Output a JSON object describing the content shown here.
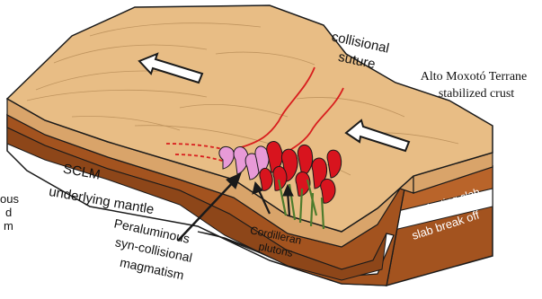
{
  "colors": {
    "crust_top": "#e8bd85",
    "crust_side": "#d9a46a",
    "mantle_white": "#ffffff",
    "slab_brown": "#a3531f",
    "slab_dark": "#7a3a14",
    "suture_red": "#d81e1e",
    "peraluminous_pink": "#e79ad7",
    "cordilleran_red": "#d8141e",
    "plant_green": "#4e7c2d",
    "outline": "#1a1a1a"
  },
  "labels": {
    "collisional_suture_line1": "collisional",
    "collisional_suture_line2": "suture",
    "terrane_line1": "Alto Moxotó Terrane",
    "terrane_line2": "stabilized crust",
    "sclm_line1": "SCLM",
    "sclm_line2": "underlying mantle",
    "subducting_slab": "subducting slab",
    "slab_break_off": "slab break off",
    "cordilleran_line1": "Cordilleran",
    "cordilleran_line2": "plutons",
    "peraluminous_line1": "Peraluminous",
    "peraluminous_line2": "syn-collisional",
    "peraluminous_line3": "magmatism",
    "left_cut_line1": "ous",
    "left_cut_line2": "d",
    "left_cut_line3": "m"
  },
  "icons": {
    "left_arrow": "hollow-arrow-icon",
    "right_arrow": "hollow-arrow-icon",
    "pointer_arrows": "pointer-arrow-icon"
  }
}
